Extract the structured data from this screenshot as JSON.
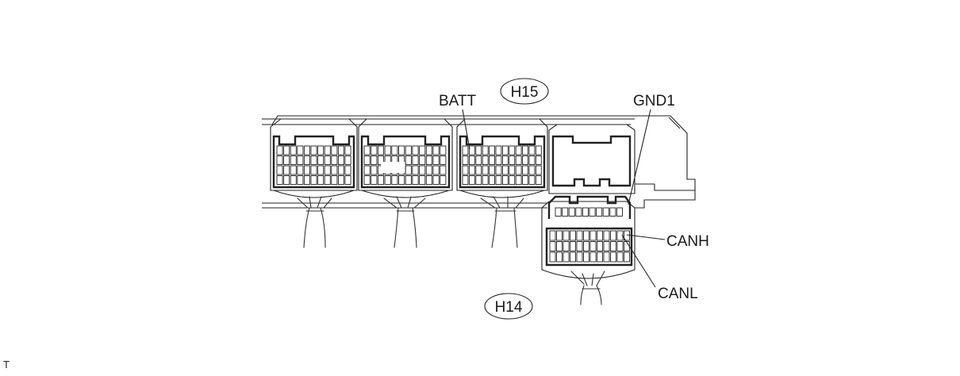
{
  "labels": {
    "connector_h15": "H15",
    "connector_h14": "H14",
    "batt": "BATT",
    "gnd1": "GND1",
    "canh": "CANH",
    "canl": "CANL"
  },
  "corner_mark": "T"
}
